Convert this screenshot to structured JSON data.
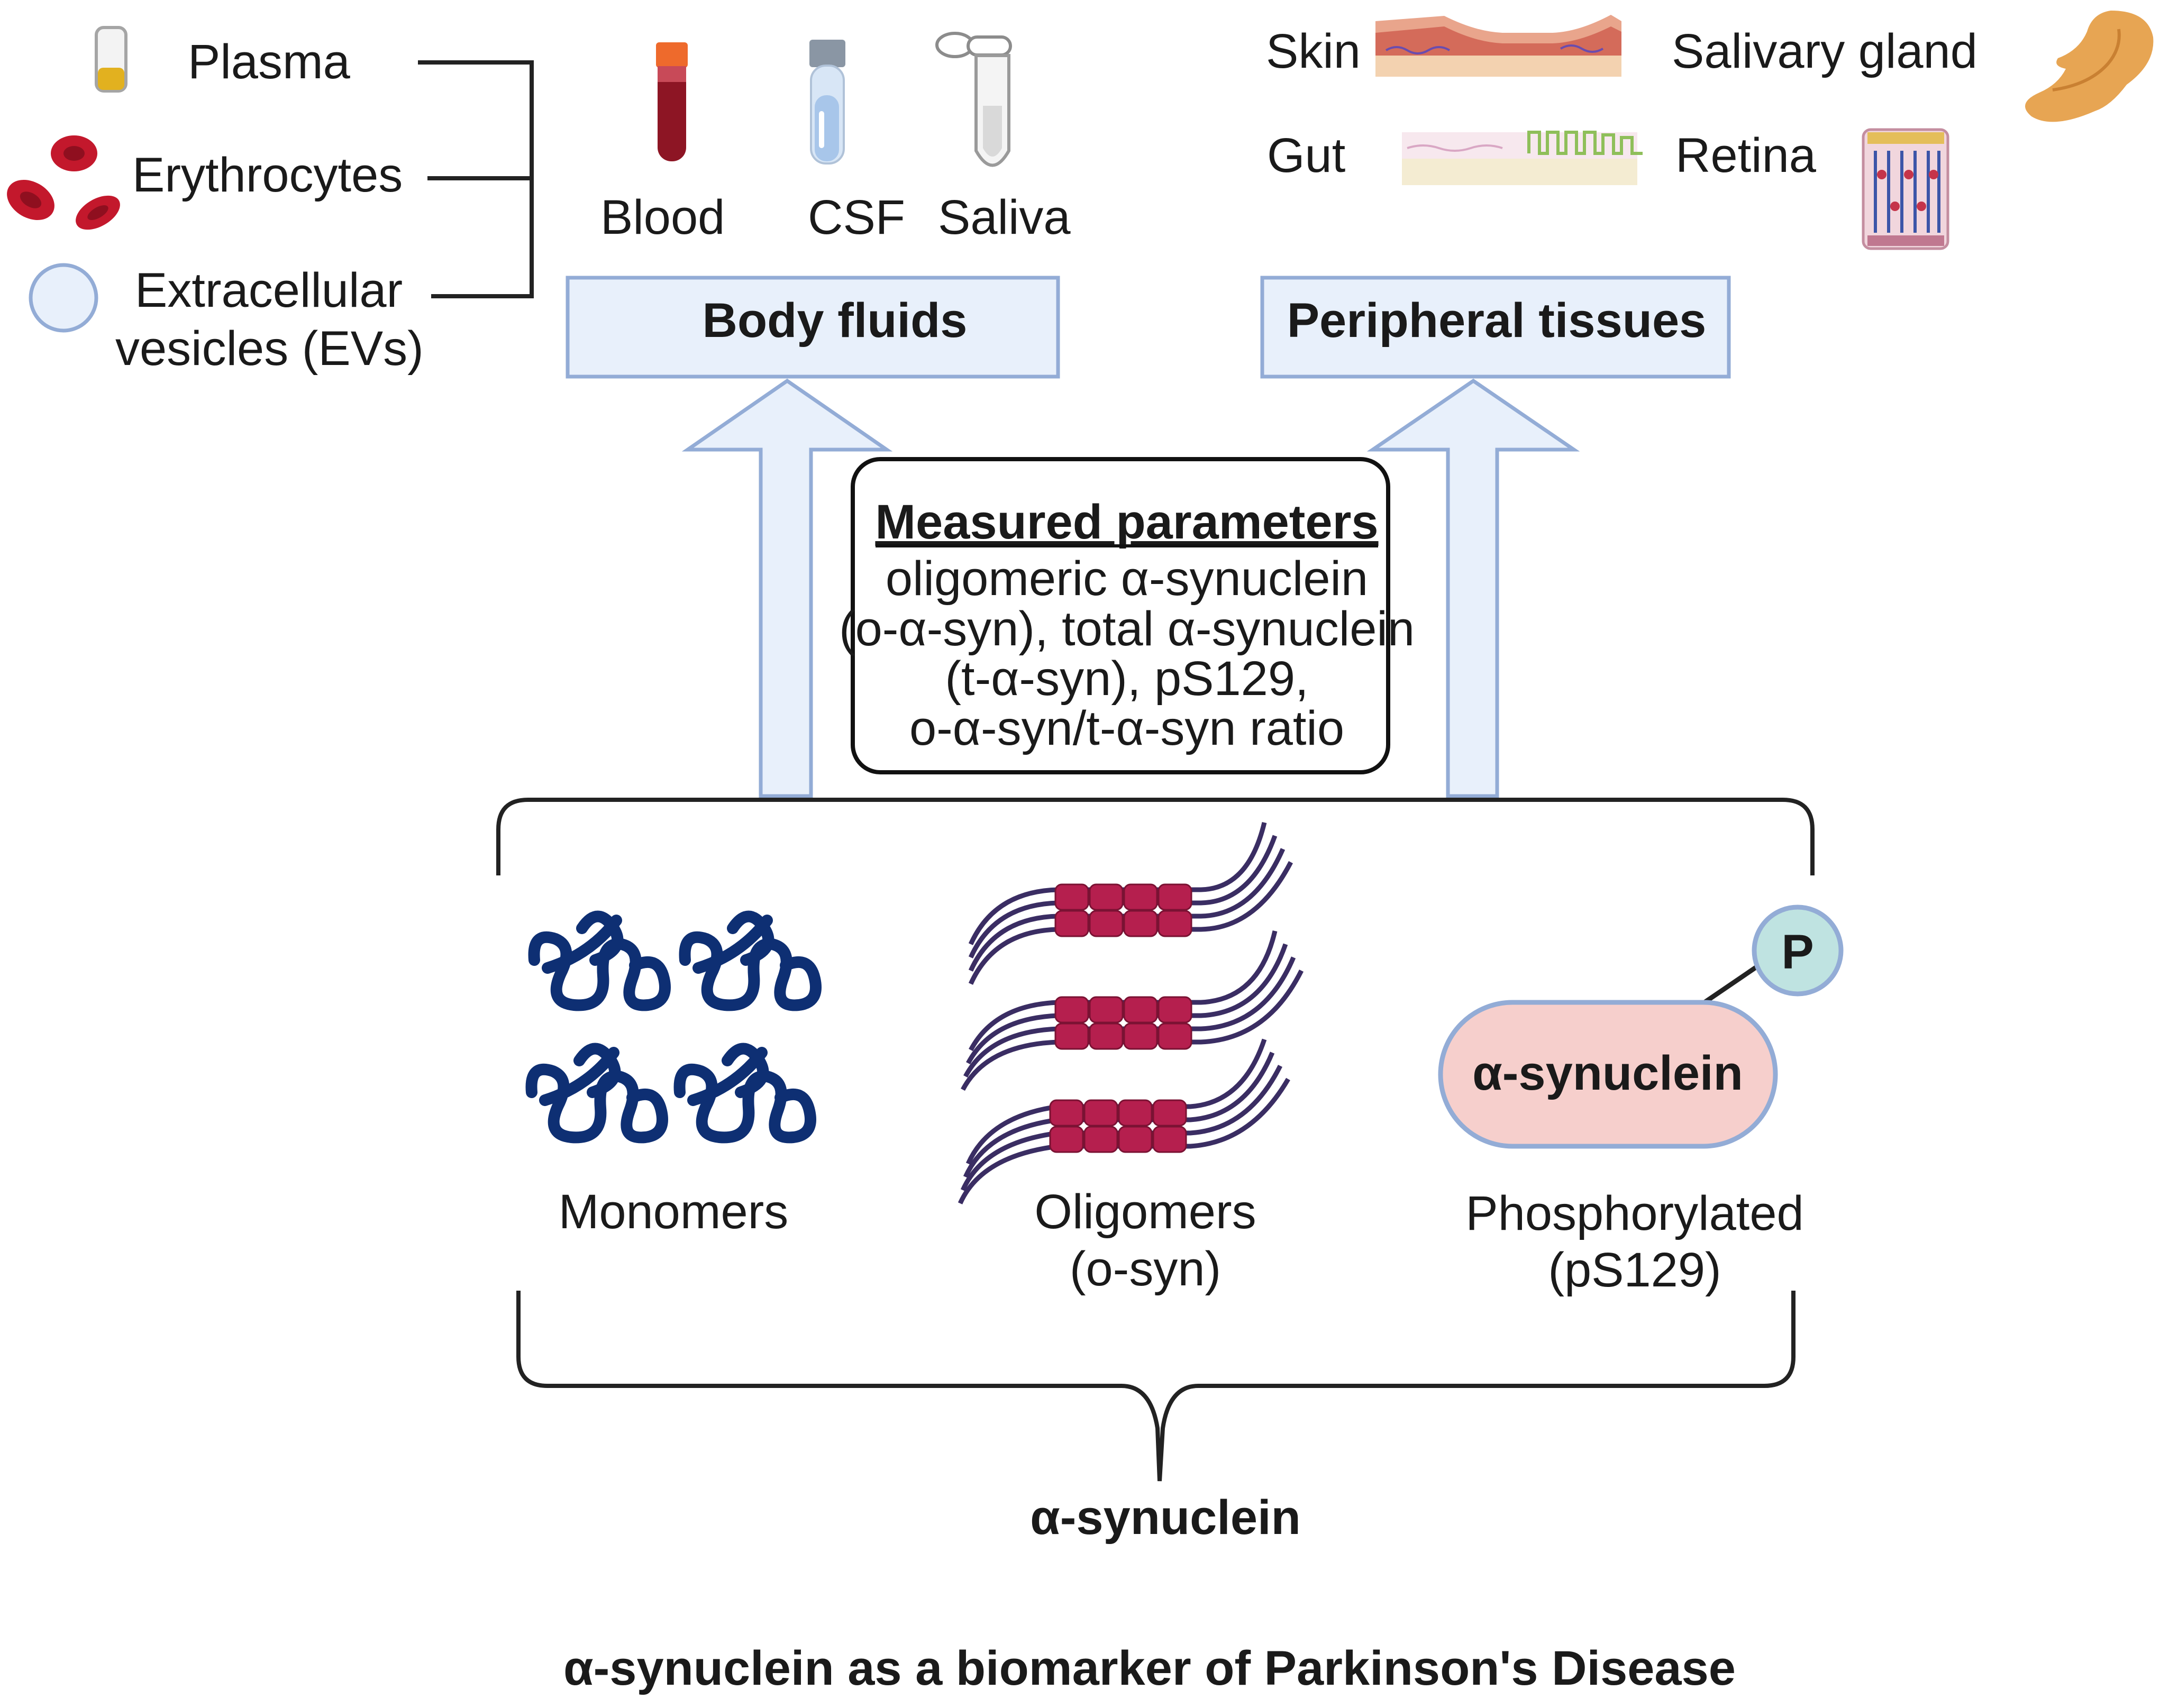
{
  "title": "α-synuclein as a biomarker of Parkinson's Disease",
  "sources_left": {
    "plasma": "Plasma",
    "erythrocytes": "Erythrocytes",
    "ev_line1": "Extracellular",
    "ev_line2": "vesicles (EVs)"
  },
  "body_fluids": {
    "header": "Body fluids",
    "items": [
      "Blood",
      "CSF",
      "Saliva"
    ]
  },
  "peripheral_tissues": {
    "header": "Peripheral tissues",
    "items": [
      "Skin",
      "Salivary gland",
      "Gut",
      "Retina"
    ]
  },
  "measured": {
    "title": "Measured parameters",
    "lines": [
      "oligomeric α-synuclein",
      "(o-α-syn), total α-synuclein",
      "(t-α-syn), pS129,",
      "o-α-syn/t-α-syn ratio"
    ]
  },
  "forms": {
    "monomers": "Monomers",
    "oligomers_l1": "Oligomers",
    "oligomers_l2": "(o-syn)",
    "phos_l1": "Phosphorylated",
    "phos_l2": "(pS129)",
    "pill_label": "α-synuclein",
    "p_label": "P"
  },
  "bottom_label": "α-synuclein",
  "colors": {
    "box_fill": "#e8f0fb",
    "box_stroke": "#93acd6",
    "blood_red": "#b81c2e",
    "coil_blue": "#0e2f73",
    "oligo_line": "#3a2d63",
    "pill_fill": "#f6cfcc",
    "p_fill": "#bfe3e1"
  }
}
